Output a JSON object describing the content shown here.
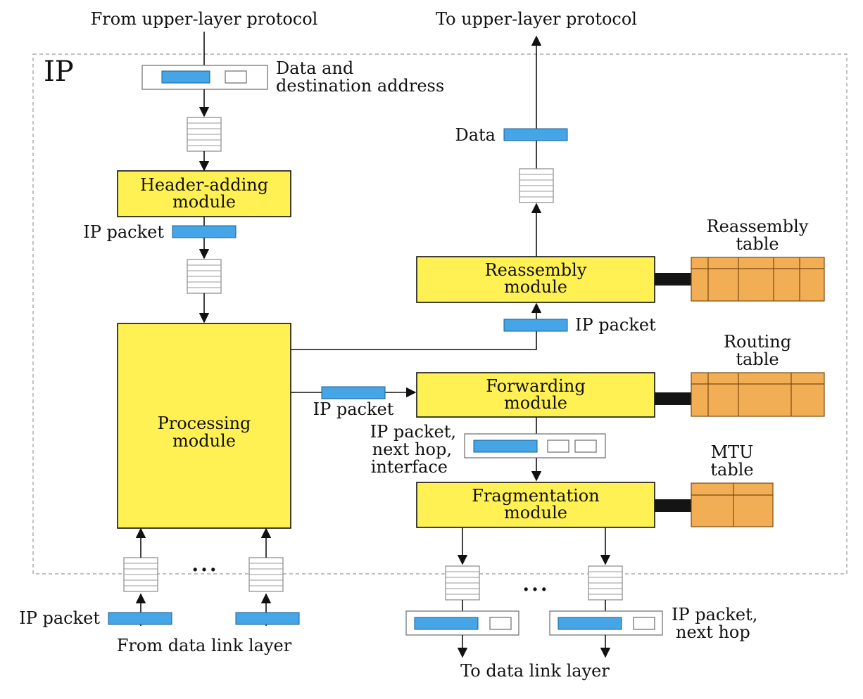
{
  "ip_label": "IP",
  "labels": {
    "from_upper": "From upper-layer protocol",
    "to_upper": "To upper-layer protocol",
    "data_dest_1": "Data and",
    "data_dest_2": "destination address",
    "data": "Data",
    "ip_packet_header": "IP packet",
    "ip_packet_reassembly": "IP packet",
    "ip_packet_forward": "IP packet",
    "hop_1": "IP packet,",
    "hop_2": "next hop,",
    "hop_3": "interface",
    "ip_packet_bottom_left": "IP packet",
    "from_dll": "From data link layer",
    "to_dll": "To data link layer",
    "next_hop_1": "IP packet,",
    "next_hop_2": "next hop",
    "dots_left": "...",
    "dots_right": "..."
  },
  "modules": {
    "header_adding": [
      "Header-adding",
      "module"
    ],
    "processing": [
      "Processing",
      "module"
    ],
    "reassembly": [
      "Reassembly",
      "module"
    ],
    "forwarding": [
      "Forwarding",
      "module"
    ],
    "fragmentation": [
      "Fragmentation",
      "module"
    ]
  },
  "tables": {
    "reassembly": [
      "Reassembly",
      "table"
    ],
    "routing": [
      "Routing",
      "table"
    ],
    "mtu": [
      "MTU",
      "table"
    ]
  },
  "colors": {
    "module_fill": "#FFF153",
    "packet_fill": "#45A5E6",
    "table_fill": "#F2AE54"
  }
}
